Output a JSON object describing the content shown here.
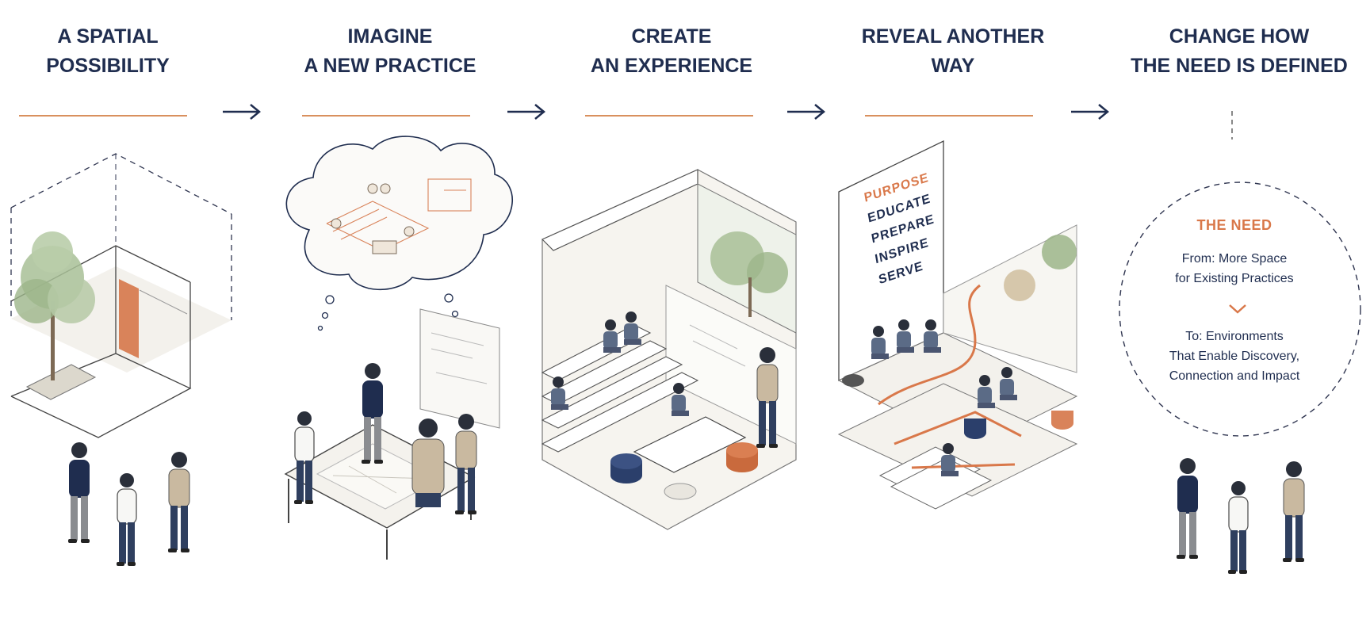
{
  "steps": [
    {
      "line1": "A SPATIAL",
      "line2": "POSSIBILITY"
    },
    {
      "line1": "IMAGINE",
      "line2": "A NEW PRACTICE"
    },
    {
      "line1": "CREATE",
      "line2": "AN EXPERIENCE"
    },
    {
      "line1": "REVEAL ANOTHER",
      "line2": "WAY"
    },
    {
      "line1": "CHANGE HOW",
      "line2": "THE NEED IS DEFINED"
    }
  ],
  "wall_words": [
    "PURPOSE",
    "EDUCATE",
    "PREPARE",
    "INSPIRE",
    "SERVE"
  ],
  "need": {
    "title": "THE NEED",
    "from_line1": "From: More Space",
    "from_line2": "for Existing Practices",
    "to_line1": "To: Environments",
    "to_line2": "That Enable Discovery,",
    "to_line3": "Connection and Impact"
  },
  "colors": {
    "navy": "#1f2d4f",
    "accent_orange": "#d9784a",
    "tree_green": "#9cb58a",
    "line_grey": "#6f7377"
  },
  "icons": [
    "right-arrow-icon",
    "chevron-down-icon"
  ]
}
